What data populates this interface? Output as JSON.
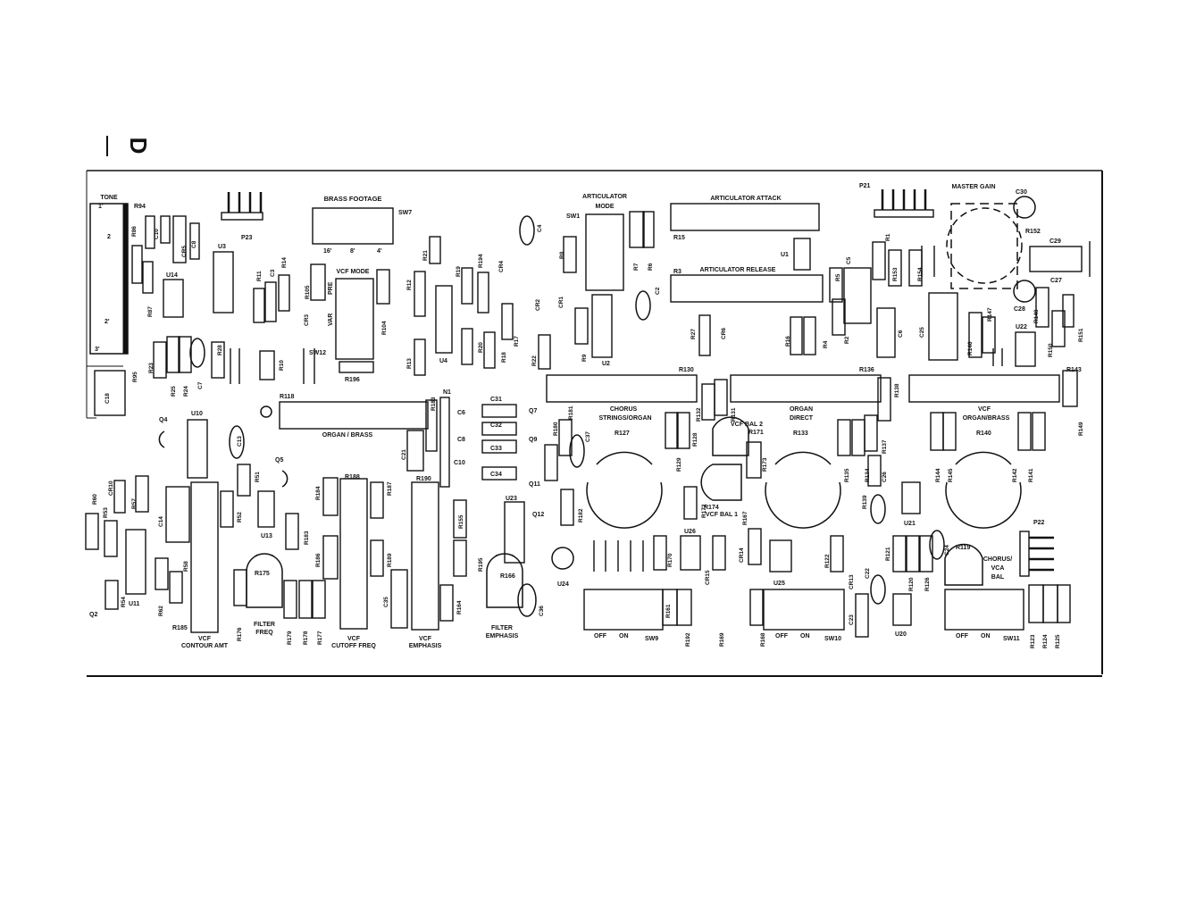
{
  "page_letter": "D",
  "titles": {
    "tone": "TONE",
    "brass_footage": "BRASS FOOTAGE",
    "articulator_mode_1": "ARTICULATOR",
    "articulator_mode_2": "MODE",
    "articulator_attack": "ARTICULATOR ATTACK",
    "articulator_release": "ARTICULATOR RELEASE",
    "master_gain": "MASTER GAIN",
    "vcf_mode": "VCF MODE",
    "organ_brass": "ORGAN / BRASS",
    "chorus_1": "CHORUS",
    "chorus_2": "STRINGS/ORGAN",
    "organ_direct_1": "ORGAN",
    "organ_direct_2": "DIRECT",
    "vcf_organ_brass_1": "VCF",
    "vcf_organ_brass_2": "ORGAN/BRASS",
    "vcf_bal2": "VCF BAL 2",
    "vcf_bal1": "VCF BAL 1",
    "chorus_vca_1": "CHORUS/",
    "chorus_vca_2": "VCA",
    "chorus_vca_3": "BAL",
    "vcf_contour_1": "VCF",
    "vcf_contour_2": "CONTOUR AMT",
    "filter_freq_1": "FILTER",
    "filter_freq_2": "FREQ",
    "vcf_cutoff_1": "VCF",
    "vcf_cutoff_2": "CUTOFF FREQ",
    "vcf_emphasis_1": "VCF",
    "vcf_emphasis_2": "EMPHASIS",
    "filter_emphasis_1": "FILTER",
    "filter_emphasis_2": "EMPHASIS",
    "footage_16": "16'",
    "footage_8": "8'",
    "footage_4": "4'",
    "var": "VAR",
    "pre": "PRE",
    "off": "OFF",
    "on": "ON"
  },
  "labels": {
    "sw7": "SW7",
    "sw1": "SW1",
    "sw12": "SW12",
    "sw9": "SW9",
    "sw10": "SW10",
    "sw11": "SW11",
    "p21": "P21",
    "p22": "P22",
    "p23": "P23",
    "r94": "R94",
    "r86": "R86",
    "r87": "R87",
    "r95": "R95",
    "r23": "R23",
    "r25": "R25",
    "r24": "R24",
    "r28": "R28",
    "r10": "R10",
    "r11": "R11",
    "r14": "R14",
    "r105": "R105",
    "r104": "R104",
    "r196": "R196",
    "r21": "R21",
    "r12": "R12",
    "r13": "R13",
    "r19": "R19",
    "r194": "R194",
    "r20": "R20",
    "r18": "R18",
    "r17": "R17",
    "r22": "R22",
    "r8": "R8",
    "r9": "R9",
    "r7": "R7",
    "r6": "R6",
    "r15": "R15",
    "r3": "R3",
    "r27": "R27",
    "r16": "R16",
    "r4": "R4",
    "r2": "R2",
    "r5": "R5",
    "r1": "R1",
    "r153": "R153",
    "r154": "R154",
    "r152": "R152",
    "r148": "R148",
    "r146": "R146",
    "r147": "R147",
    "r150": "R150",
    "r151": "R151",
    "r143": "R143",
    "r149": "R149",
    "r118": "R118",
    "r130": "R130",
    "r136": "R136",
    "r138": "R138",
    "r183": "R183",
    "r180": "R180",
    "r181": "R181",
    "r182": "R182",
    "r127": "R127",
    "r128": "R128",
    "r129": "R129",
    "r132": "R132",
    "r131": "R131",
    "r171": "R171",
    "r173": "R173",
    "r172": "R172",
    "r174": "R174",
    "r167": "R167",
    "r170": "R170",
    "r133": "R133",
    "r135": "R135",
    "r134": "R134",
    "r137": "R137",
    "r139": "R139",
    "r140": "R140",
    "r144": "R144",
    "r145": "R145",
    "r142": "R142",
    "r141": "R141",
    "r121": "R121",
    "r122": "R122",
    "r120": "R120",
    "r126": "R126",
    "r119": "R119",
    "r60": "R60",
    "r53": "R53",
    "r57": "R57",
    "r51": "R51",
    "r52": "R52",
    "r58": "R58",
    "r62": "R62",
    "r54": "R54",
    "r184": "R184",
    "r188": "R188",
    "r187": "R187",
    "r183b": "R183",
    "r186": "R186",
    "r189": "R189",
    "r190": "R190",
    "r155": "R155",
    "r195": "R195",
    "r164": "R164",
    "r166": "R166",
    "r175": "R175",
    "r176": "R176",
    "r179": "R179",
    "r178": "R178",
    "r177": "R177",
    "r185": "R185",
    "r161": "R161",
    "r192": "R192",
    "r169": "R169",
    "r168": "R168",
    "r123": "R123",
    "r124": "R124",
    "r125": "R125",
    "c10": "C10",
    "c8": "C8",
    "cr5": "CR5",
    "c3": "C3",
    "cr3": "CR3",
    "c4": "C4",
    "cr4": "CR4",
    "cr1": "CR1",
    "cr2": "CR2",
    "c2": "C2",
    "cr6": "CR6",
    "c5": "C5",
    "c6b": "C6",
    "c25": "C25",
    "c29": "C29",
    "c30": "C30",
    "c27": "C27",
    "c28": "C28",
    "c7": "C7",
    "c18": "C18",
    "c13": "C13",
    "c21": "C21",
    "c31": "C31",
    "c32": "C32",
    "c33": "C33",
    "c34": "C34",
    "c37": "C37",
    "c26": "C26",
    "c14": "C14",
    "cr10": "CR10",
    "c35": "C35",
    "c36": "C36",
    "c22": "C22",
    "cr13": "CR13",
    "c23": "C23",
    "c24": "C24",
    "cr14": "CR14",
    "cr15": "CR15",
    "c6": "C6",
    "c8b": "C8",
    "c10b": "C10",
    "q4": "Q4",
    "q5": "Q5",
    "q7": "Q7",
    "q9": "Q9",
    "q11": "Q11",
    "q12": "Q12",
    "q2": "Q2",
    "u1": "U1",
    "u2": "U2",
    "u3": "U3",
    "u4": "U4",
    "u10": "U10",
    "u11": "U11",
    "u13": "U13",
    "u14": "U14",
    "u20": "U20",
    "u21": "U21",
    "u22": "U22",
    "u23": "U23",
    "u24": "U24",
    "u25": "U25",
    "u26": "U26",
    "n1": "N1"
  }
}
